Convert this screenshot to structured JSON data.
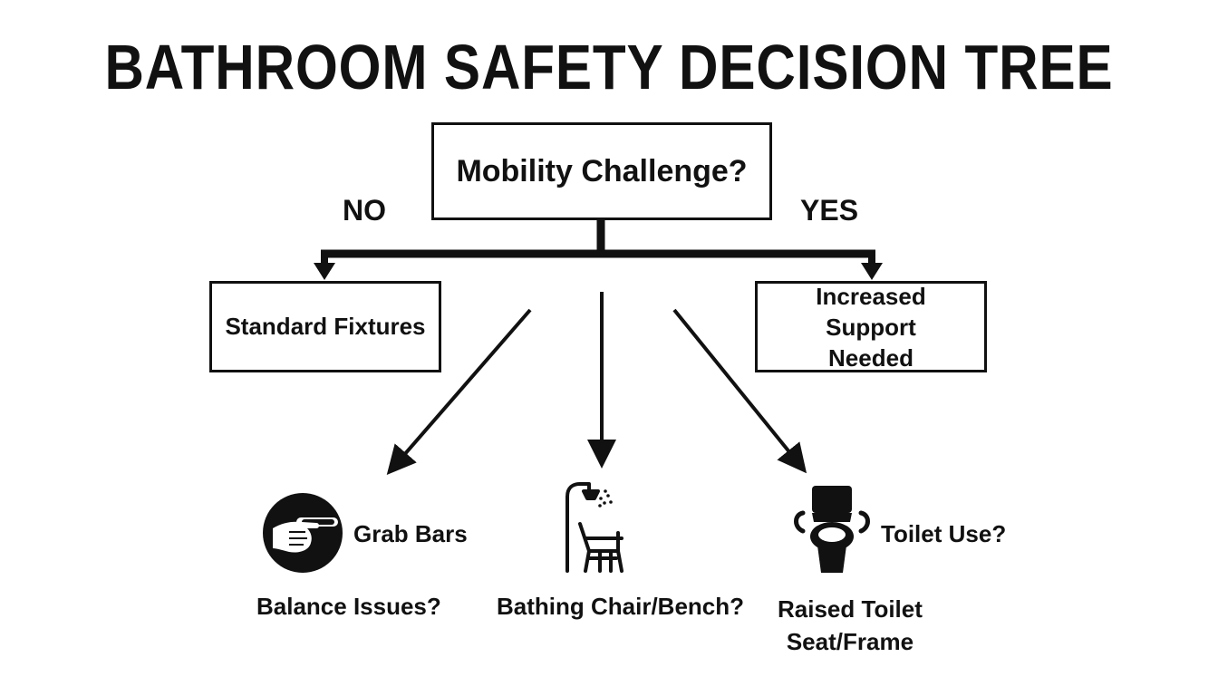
{
  "title": "BATHROOM SAFETY DECISION TREE",
  "root": {
    "label": "Mobility Challenge?"
  },
  "branches": {
    "no_label": "NO",
    "yes_label": "YES"
  },
  "left_node": {
    "label": "Standard Fixtures"
  },
  "right_node": {
    "label_line1": "Increased Support",
    "label_line2": "Needed"
  },
  "leaves": {
    "grab": {
      "icon": "grab-bar-hand-icon",
      "label": "Grab Bars",
      "caption": "Balance Issues?"
    },
    "bath": {
      "icon": "shower-chair-icon",
      "caption": "Bathing Chair/Bench?"
    },
    "toilet": {
      "icon": "toilet-frame-icon",
      "label": "Toilet Use?",
      "caption_line1": "Raised Toilet",
      "caption_line2": "Seat/Frame"
    }
  },
  "colors": {
    "ink": "#111111",
    "background": "#ffffff"
  }
}
